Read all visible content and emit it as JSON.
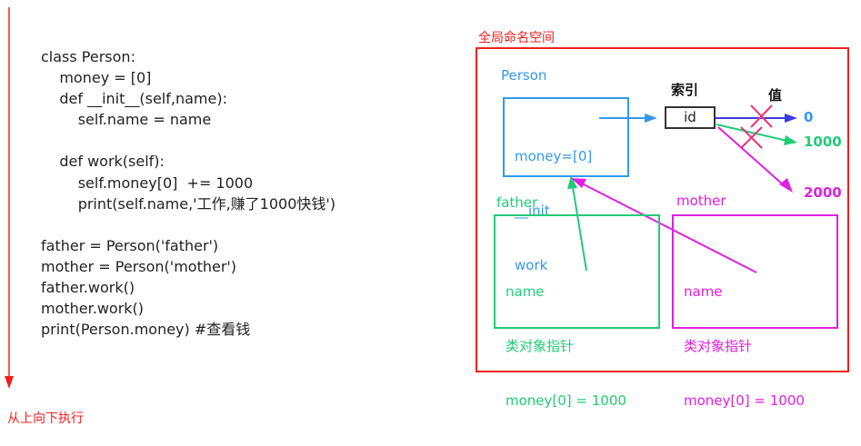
{
  "code": {
    "lines": [
      "class Person:",
      "    money = [0]",
      "    def __init__(self,name):",
      "        self.name = name",
      "",
      "    def work(self):",
      "        self.money[0]  += 1000",
      "        print(self.name,'工作,赚了1000快钱')",
      "",
      "father = Person('father')",
      "mother = Person('mother')",
      "father.work()",
      "mother.work()",
      "print(Person.money) #查看钱"
    ]
  },
  "execution_label": "从上向下执行",
  "namespace": {
    "title": "全局命名空间",
    "person": {
      "label": "Person",
      "lines": [
        "money=[0]",
        "__init",
        "work"
      ]
    },
    "father": {
      "label": "father",
      "lines": [
        "name",
        "类对象指针",
        "money[0] = 1000"
      ]
    },
    "mother": {
      "label": "mother",
      "lines": [
        "name",
        "类对象指针",
        "money[0] = 1000"
      ]
    },
    "index_label": "索引",
    "index_box": "id",
    "value_label": "值",
    "values": [
      "0",
      "1000",
      "2000"
    ]
  },
  "colors": {
    "red": "#f02020",
    "blue": "#3399ee",
    "green": "#22cc77",
    "magenta": "#e020e0",
    "indigo": "#3b3be0"
  }
}
